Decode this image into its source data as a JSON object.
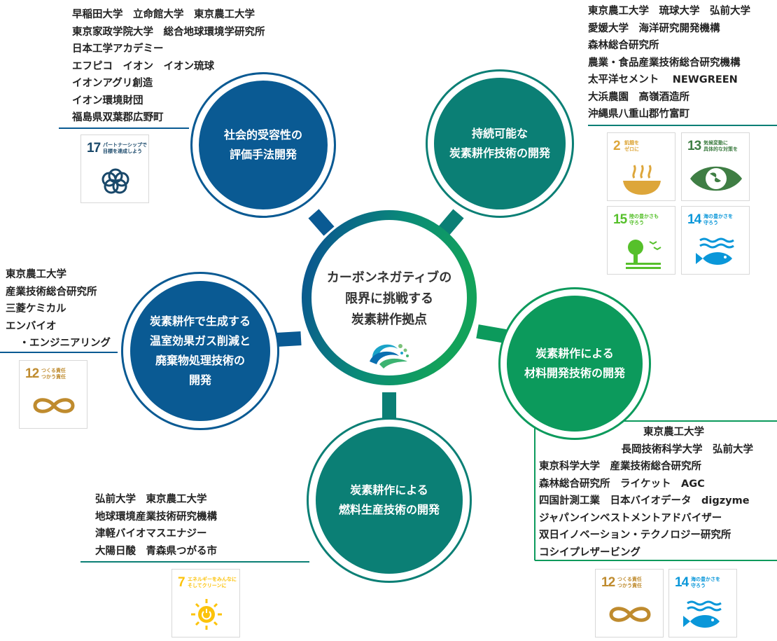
{
  "center": {
    "title": "カーボンネガティブの\n限界に挑戦する\n炭素耕作拠点"
  },
  "themes": {
    "social": "社会的受容性の\n評価手法開発",
    "sustainable": "持続可能な\n炭素耕作技術の開発",
    "ghg": "炭素耕作で生成する\n温室効果ガス削減と\n廃棄物処理技術の\n開発",
    "material": "炭素耕作による\n材料開発技術の開発",
    "fuel": "炭素耕作による\n燃料生産技術の開発"
  },
  "organizations": {
    "social": [
      "早稲田大学　立命館大学　東京農工大学",
      "東京家政学院大学　総合地球環境学研究所",
      "日本工学アカデミー",
      "エフピコ　イオン　イオン琉球",
      "イオンアグリ創造",
      "イオン環境財団",
      "福島県双葉郡広野町"
    ],
    "sustainable": [
      "東京農工大学　琉球大学　弘前大学",
      "愛媛大学　海洋研究開発機構",
      "森林総合研究所",
      "農業・食品産業技術総合研究機構",
      "太平洋セメント　 NEWGREEN",
      "大浜農園　高嶺酒造所",
      "沖縄県八重山郡竹富町"
    ],
    "ghg": [
      "東京農工大学",
      "産業技術総合研究所",
      "三菱ケミカル",
      "エンバイオ",
      "　 ・エンジニアリング"
    ],
    "material": [
      "東京農工大学",
      "長岡技術科学大学　弘前大学",
      "東京科学大学　産業技術総合研究所",
      "森林総合研究所　ライケット　AGC",
      "四国計測工業　日本バイオデータ　digzyme",
      "ジャパンインベストメントアドバイザー",
      "双日イノベーション・テクノロジー研究所",
      "コシイプレザービング"
    ],
    "fuel": [
      "弘前大学　東京農工大学",
      "地球環境産業技術研究機構",
      "津軽バイオマスエナジー",
      "大陽日酸　青森県つがる市"
    ]
  },
  "sdgs": {
    "s17": {
      "num": "17",
      "text": "パートナーシップで\n目標を達成しよう",
      "color": "#19486A"
    },
    "s2": {
      "num": "2",
      "text": "飢餓を\nゼロに",
      "color": "#DDA63A"
    },
    "s13": {
      "num": "13",
      "text": "気候変動に\n具体的な対策を",
      "color": "#3F7E44"
    },
    "s15": {
      "num": "15",
      "text": "陸の豊かさも\n守ろう",
      "color": "#56C02B"
    },
    "s14a": {
      "num": "14",
      "text": "海の豊かさを\n守ろう",
      "color": "#0A97D9"
    },
    "s12a": {
      "num": "12",
      "text": "つくる責任\nつかう責任",
      "color": "#BF8B2E"
    },
    "s7": {
      "num": "7",
      "text": "エネルギーをみんなに\nそしてクリーンに",
      "color": "#FCC30B"
    },
    "s12b": {
      "num": "12",
      "text": "つくる責任\nつかう責任",
      "color": "#BF8B2E"
    },
    "s14b": {
      "num": "14",
      "text": "海の豊かさを\n守ろう",
      "color": "#0A97D9"
    }
  },
  "colors": {
    "blue": "#0a5a93",
    "teal": "#0b7f75",
    "green": "#0c9a5c"
  }
}
